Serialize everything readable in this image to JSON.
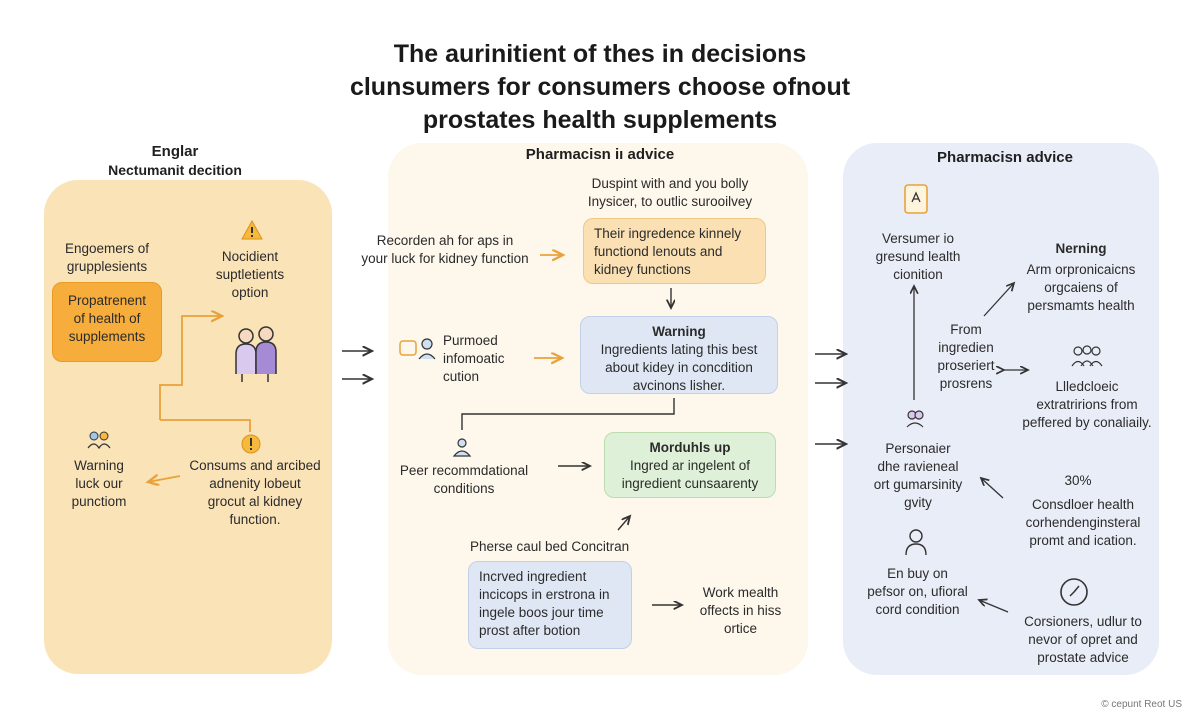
{
  "title": {
    "line1": "The aurinitient of thes in decisions",
    "line2": "clunsumers for consumers choose ofnout",
    "line3": "prostates health supplements"
  },
  "left": {
    "heading1": "Englar",
    "heading2": "Nectumanit decition",
    "engagement": "Engoemers of\ngrupplesients",
    "orange_box": "Propatrenent\nof health of\nsupplements",
    "nociedent": "Nocidient\nsuptletients\noption",
    "warning": "Warning\nluck our\npunctiom",
    "consume": "Consums and arcibed\nadnenity lobeut\ngrocut al kidney\nfunction."
  },
  "middle": {
    "heading": "Pharmacisn iı advice",
    "top_text": "Duspint with and you bolly\nInysicer, to outlic surooilvey",
    "recorden": "Recorden ah for aps in\nyour luck for kidney function",
    "peach_box": "Their ingredence kinnely\nfunctiond lenouts and\nkidney functions",
    "purmoed": "Purmoed\ninfomoatic\ncution",
    "warn_box_title": "Warning",
    "warn_box_body": "Ingredients lating this best\nabout kidey in concdition\navcinons lisher.",
    "peer": "Peer recommdational\nconditions",
    "green_title": "Morduhls up",
    "green_body": "Ingred ar ingelent of\ningredient cunsaarenty",
    "pherse": "Pherse caul bed Concitran",
    "blue_box": "Incrved ingredient\nincicops in erstrona in\ningele boos jour time\nprost after botion",
    "work": "Work mealth\noffects in hiss\nortice"
  },
  "right": {
    "heading": "Pharmacisn advice",
    "versumer": "Versumer io\ngresund lealth\ncionition",
    "nerning_title": "Nerning",
    "nerning_body": "Arm orpronicaicns\norgcaiens of\npersmamts health",
    "from": "From\ningredien\nproseriert\nprosrens",
    "llled": "Llledcloeic\nextratririons from\npeffered by conaliaily.",
    "personoier": "Personaier\ndhe ravieneal\nort gumarsinity\ngvity",
    "pct": "30%",
    "consdloer": "Consdloer health\ncorhendenginsteral\npromt and ication.",
    "enbuy": "En buy on\npefsor on, ufioral\ncord condition",
    "corsioners": "Corsioners, udlur to\nnevor of opret and\nprostate advice"
  },
  "footer": "© cepunt Reot US",
  "colors": {
    "left_panel": "#fbe3b8",
    "middle_panel": "#fdf7ec",
    "right_panel": "#e9edf7",
    "orange_accent": "#f6ad3c",
    "arrow_orange": "#e9a23b"
  }
}
